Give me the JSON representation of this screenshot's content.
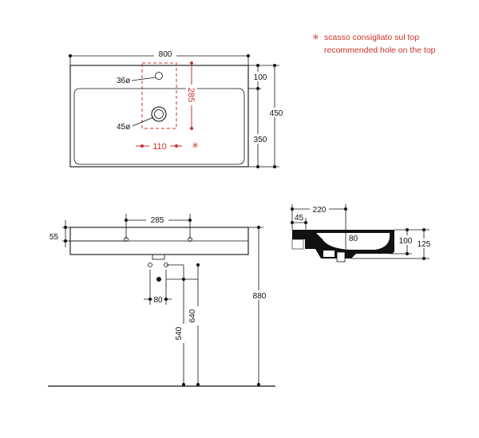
{
  "legend": {
    "symbol": "✳",
    "line1": "scasso consigliato sul top",
    "line2": "recommended hole on the top"
  },
  "top_view": {
    "width": "800",
    "depth": "450",
    "back_depth": "100",
    "front_depth": "350",
    "hole_overflow": "36ø",
    "hole_drain": "45ø",
    "hole_offset": "285",
    "hole_width": "110",
    "marker": "✳"
  },
  "front_view": {
    "hook_spacing": "285",
    "hook_height": "55",
    "total_height": "880",
    "pipe_spacing": "80",
    "pipe_height_a": "640",
    "pipe_height_b": "540"
  },
  "side_view": {
    "depth": "220",
    "rim": "45",
    "bowl": "80",
    "height_inner": "100",
    "height_outer": "125"
  },
  "colors": {
    "line": "#111111",
    "accent": "#c8322b",
    "background": "#ffffff"
  }
}
